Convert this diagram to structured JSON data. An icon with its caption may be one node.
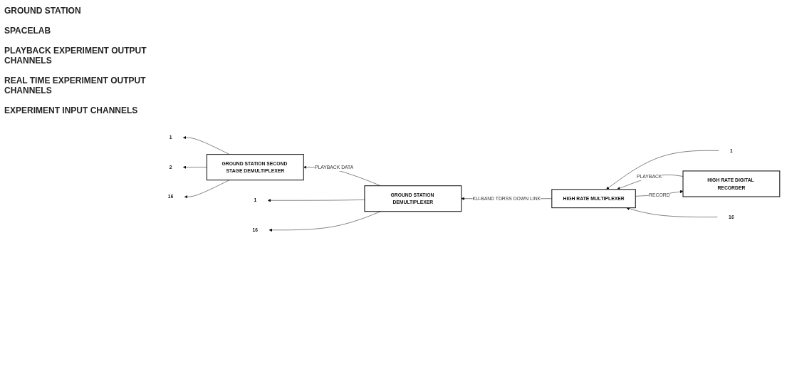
{
  "diagram": {
    "nodes": [
      {
        "text": [
          "GROUND STATION SECOND STAGE DEMULTIPLEXER"
        ]
      },
      {
        "text": [
          "1"
        ]
      },
      {
        "text": [
          "2"
        ]
      },
      {
        "text": [
          "16"
        ]
      },
      {
        "text": [
          "GROUND STATION DEMULTIPLEXER"
        ]
      },
      {
        "text": [
          "1"
        ]
      },
      {
        "text": [
          "16"
        ]
      },
      {
        "text": [
          "HIGH RATE DIGITAL RECORDER"
        ]
      },
      {
        "text": [
          "HIGH RATE MULTIPLEXER"
        ]
      },
      {
        "text": [
          "1"
        ]
      },
      {
        "text": [
          "16"
        ]
      }
    ],
    "edges": [
      {
        "from": 0,
        "to": 1,
        "arrow": "to"
      },
      {
        "from": 0,
        "to": 2,
        "arrow": "to"
      },
      {
        "from": 0,
        "to": 3,
        "arrow": "to"
      },
      {
        "from": 4,
        "to": 0,
        "arrow": "to",
        "label": "PLAYBACK DATA"
      },
      {
        "from": 4,
        "to": 5,
        "arrow": "to"
      },
      {
        "from": 4,
        "to": 6,
        "arrow": "to"
      },
      {
        "from": 8,
        "to": 4,
        "arrow": "to",
        "label": "KU-BAND TDRSS DOWN LINK"
      },
      {
        "from": 8,
        "to": 7,
        "arrow": "to",
        "label": "RECORD"
      },
      {
        "from": 7,
        "to": 8,
        "arrow": "to",
        "label": "PLAYBACK"
      },
      {
        "from": 9,
        "to": 8,
        "arrow": "to"
      },
      {
        "from": 10,
        "to": 8,
        "arrow": "to"
      }
    ],
    "labels": [
      "GROUND STATION",
      "SPACELAB",
      "PLAYBACK EXPERIMENT OUTPUT CHANNELS",
      "REAL TIME EXPERIMENT OUTPUT CHANNELS",
      "EXPERIMENT INPUT CHANNELS"
    ]
  }
}
